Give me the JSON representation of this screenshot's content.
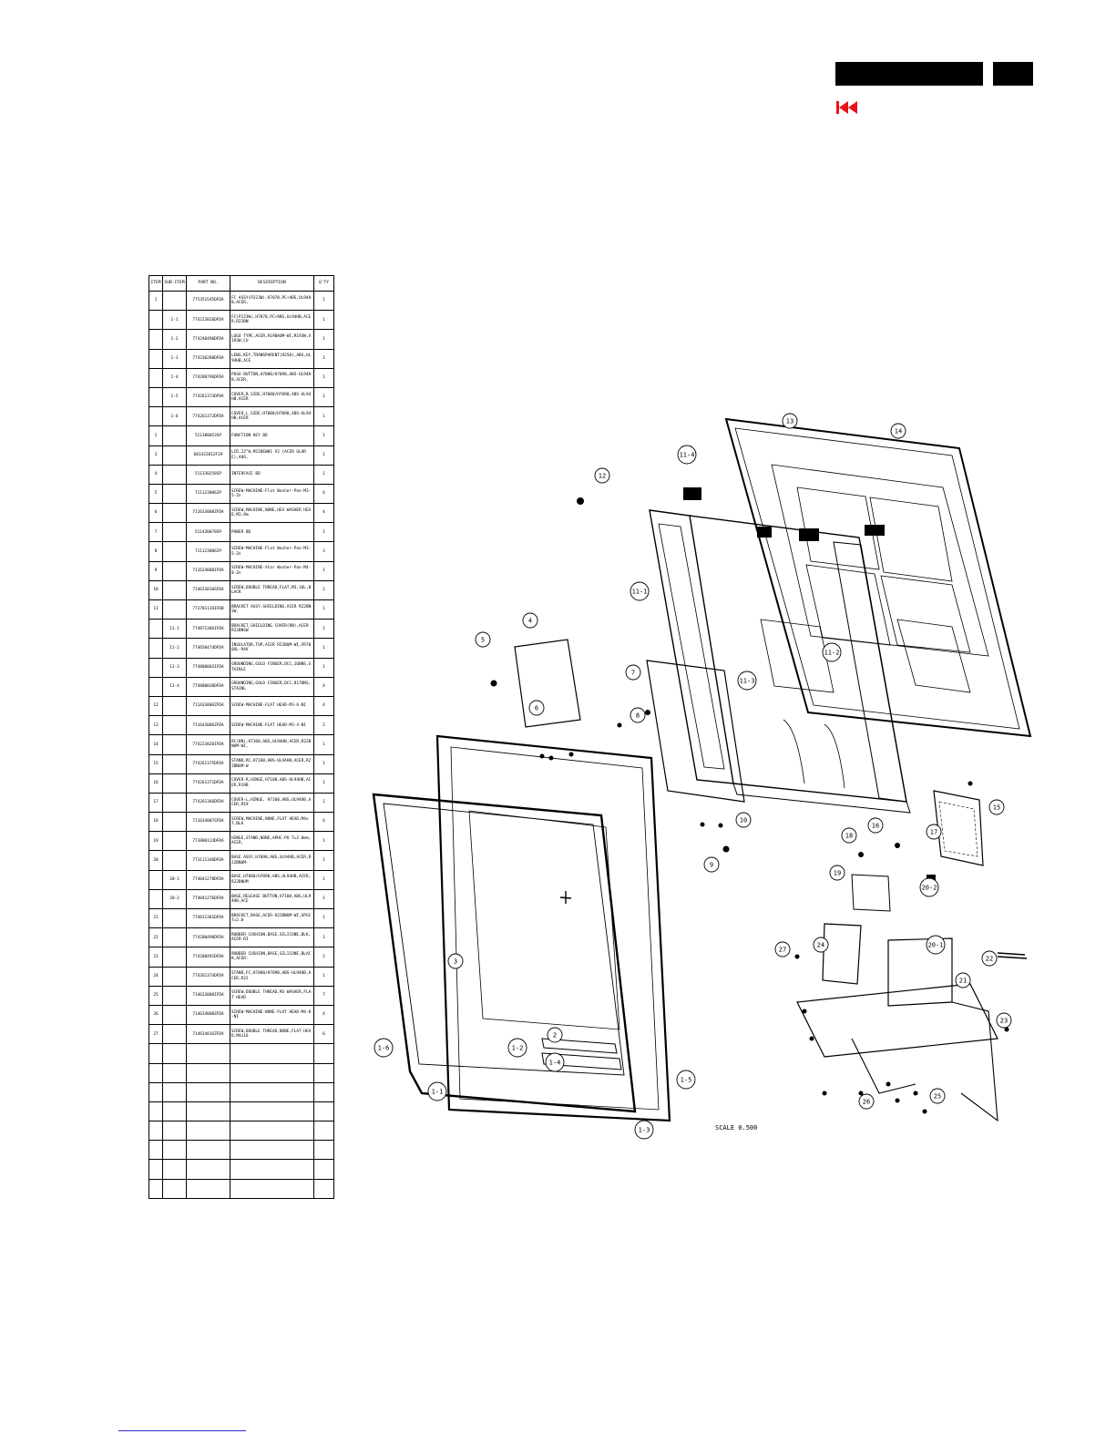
{
  "bom": {
    "headers": [
      "ITEM",
      "SUB-ITEM",
      "PART NO.",
      "DESCRIPTION",
      "Q'TY"
    ],
    "rows": [
      [
        "1",
        "",
        "775351545DFDA",
        "FC ASSY(P223W),H7070,PC+ABS,UL94HB,ACER,",
        "1"
      ],
      [
        "",
        "1-1",
        "774223826DFDA",
        "FC(P223W),H7070,PC+ABS,UL94HB,ACER,R22BN",
        "1"
      ],
      [
        "",
        "1-2",
        "774240490DFDA",
        "LOGO TYPE,ACER,R19BAUM-WI,R193W,X193W,CU",
        "1"
      ],
      [
        "",
        "1-3",
        "774230288DFDA",
        "LENS,KEY,TRANSPARENT(H250),ABS,UL94HB,ACE",
        "1"
      ],
      [
        "",
        "1-4",
        "774280796DFDA",
        "PUSH BUTTON,H7080/H7090,ABS-UL94HB,ACER,",
        "1"
      ],
      [
        "",
        "1-5",
        "774261373DFDA",
        "COVER,R_SIDE,H7080/H7090,ABS-UL94HB,ACER",
        "1"
      ],
      [
        "",
        "1-6",
        "774261372DFDA",
        "COVER,L_SIDE,H7080/H7090,ABS-UL94HB,ACER",
        "1"
      ],
      [
        "2",
        "",
        "521380053SP",
        "FUNCTION KEY BD",
        "1"
      ],
      [
        "3",
        "",
        "681422012F19",
        "LCD,22\"W,M220EW01 V2 (ACER GLARE),AUO,",
        "1"
      ],
      [
        "4",
        "",
        "511330258SP",
        "INTERFACE BD",
        "1"
      ],
      [
        "5",
        "",
        "711123006IP",
        "SCREW-MACHINE-Flat Washer-Pan-M3-5-Zn",
        "4"
      ],
      [
        "6",
        "",
        "711633008ZFDA",
        "SCREW,MACHINE,NONE,HEX WASHER HEAD,M3,8m",
        "4"
      ],
      [
        "7",
        "",
        "511430078SP",
        "POWER BD",
        "1"
      ],
      [
        "8",
        "",
        "711123006IP",
        "SCREW-MACHINE-Flat Washer-Pan-M3-5-Zn",
        "3"
      ],
      [
        "9",
        "",
        "711624008IFDA",
        "SCREW-MACHINE-Star Washer-Pan-M4-8-Zn",
        "1"
      ],
      [
        "10",
        "",
        "714633010SFDA",
        "SCREW,DOUBLE THREAD,FLAT,M3,10L,BLACK",
        "2"
      ],
      [
        "11",
        "",
        "773781128IFDB",
        "BRACKET ASSY,SHIELDING,ACER R22BNSW,",
        "1"
      ],
      [
        "",
        "11-1",
        "774871386IFDA",
        "BRACKET,SHIELDING COVER(BN),ACER R22BNSW",
        "1"
      ],
      [
        "",
        "11-2",
        "774650474DFDA",
        "INSULATOR,TOP,ACER R22BUM-WI,FR700UL-94V",
        "1"
      ],
      [
        "",
        "11-3",
        "774800003IFDA",
        "GROUNDING,GOLD FINGER,DCC,16BNS,STAINLE",
        "1"
      ],
      [
        "",
        "11-4",
        "774800030DFDA",
        "GROUNDING,GOLD FINGER,DCC,8170NS,STAINL",
        "4"
      ],
      [
        "12",
        "",
        "711433006ZFDA",
        "SCREW-MACHINE-FLAT HEAD-M3-6-NI",
        "4"
      ],
      [
        "13",
        "",
        "711643006ZFDA",
        "SCREW-MACHINE-FLAT HEAD-M3-4-NI",
        "2"
      ],
      [
        "14",
        "",
        "774223820IFDA",
        "RC(BN),H7100,ABS,UL94HB,ACER,R22BNUM-WI,",
        "1"
      ],
      [
        "15",
        "",
        "774261375DFDA",
        "STAND,RC,H7100,ABS-UL94HB,ACER,R22BNUM-W",
        "1"
      ],
      [
        "16",
        "",
        "774261371DFDA",
        "COVER-R,HINGE,H7100,ABS-UL94HB,ACER,R19B",
        "1"
      ],
      [
        "17",
        "",
        "774261366DFDA",
        "COVER-L,HINGE, H7100,ABS,UL94HB,ACER,R19",
        "1"
      ],
      [
        "18",
        "",
        "711634007SFDA",
        "SCREW,MACHINE,NONE,FLAT HEAD,M4x7,BLK",
        "4"
      ],
      [
        "19",
        "",
        "773800124DFDA",
        "HINGE,STAND,NONE,APHC-PO T=2.0mm,ACER,",
        "1"
      ],
      [
        "20",
        "",
        "773111340DFDA",
        "BASE ASSY,H7090,ABS,UL94HB,ACER,R22BNUM-",
        "1"
      ],
      [
        "",
        "20-1",
        "774041278DFDA",
        "BASE,H7080/H7090,ABS,UL94HB,ACER,R22BNUM",
        "1"
      ],
      [
        "",
        "20-2",
        "774041276DFDA",
        "BASE,RELEASE BUTTON,H7100,ABS,UL94HB,ACE",
        "1"
      ],
      [
        "21",
        "",
        "774811381DFDA",
        "BRACKET,BASE,ACER-R22BNUM-WI,SPGC T=2.0",
        "1"
      ],
      [
        "22",
        "",
        "774200490DFDA",
        "RUBBER CUSHION,BASE,SILICONE,BLK,ACER-RI",
        "1"
      ],
      [
        "23",
        "",
        "774200491DFDA",
        "RUBBER CUSHION,BASE,SILICONE,BLACK,ACER-",
        "2"
      ],
      [
        "24",
        "",
        "774261374DFDA",
        "STAND,FC,H7080/H7090,ABS-UL94HB,ACER,R22",
        "1"
      ],
      [
        "25",
        "",
        "714633008IFDA",
        "SCREW,DOUBLE THREAD,M3 WASHER,FLAT HEAD",
        "7"
      ],
      [
        "26",
        "",
        "714634008ZFDA",
        "SCREW-MACHINE-NONE-FLAT HEAD-M4-8-NI",
        "4"
      ],
      [
        "27",
        "",
        "714634016ZFDA",
        "SCREW,DOUBLE THREAD,NONE,FLAT HEAD,M4x16",
        "6"
      ],
      [
        "",
        "",
        "",
        "",
        ""
      ],
      [
        "",
        "",
        "",
        "",
        ""
      ],
      [
        "",
        "",
        "",
        "",
        ""
      ],
      [
        "",
        "",
        "",
        "",
        ""
      ],
      [
        "",
        "",
        "",
        "",
        ""
      ],
      [
        "",
        "",
        "",
        "",
        ""
      ],
      [
        "",
        "",
        "",
        "",
        ""
      ],
      [
        "",
        "",
        "",
        "",
        ""
      ]
    ]
  },
  "drawing": {
    "scale_label": "SCALE 0.500",
    "callouts": [
      {
        "label": "1-1"
      },
      {
        "label": "1-2"
      },
      {
        "label": "1-3"
      },
      {
        "label": "1-4"
      },
      {
        "label": "1-5"
      },
      {
        "label": "1-6"
      },
      {
        "label": "2"
      },
      {
        "label": "3"
      },
      {
        "label": "4"
      },
      {
        "label": "5"
      },
      {
        "label": "6"
      },
      {
        "label": "7"
      },
      {
        "label": "8"
      },
      {
        "label": "9"
      },
      {
        "label": "10"
      },
      {
        "label": "11-1"
      },
      {
        "label": "11-2"
      },
      {
        "label": "11-3"
      },
      {
        "label": "11-4"
      },
      {
        "label": "12"
      },
      {
        "label": "13"
      },
      {
        "label": "14"
      },
      {
        "label": "15"
      },
      {
        "label": "16"
      },
      {
        "label": "17"
      },
      {
        "label": "18"
      },
      {
        "label": "19"
      },
      {
        "label": "20-1"
      },
      {
        "label": "20-2"
      },
      {
        "label": "21"
      },
      {
        "label": "22"
      },
      {
        "label": "23"
      },
      {
        "label": "24"
      },
      {
        "label": "25"
      },
      {
        "label": "26"
      },
      {
        "label": "27"
      }
    ]
  },
  "colors": {
    "back_arrow": "#e8141b",
    "header_bar": "#000000",
    "link_underline": "#2b2bd0"
  }
}
